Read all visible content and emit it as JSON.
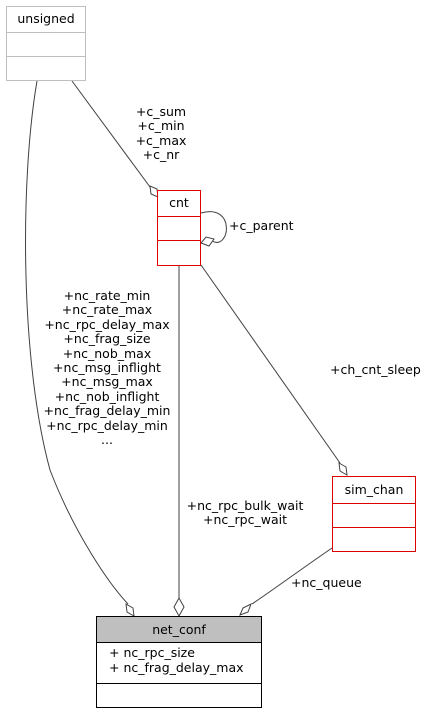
{
  "classes": {
    "unsigned": {
      "name": "unsigned"
    },
    "cnt": {
      "name": "cnt"
    },
    "sim_chan": {
      "name": "sim_chan"
    },
    "net_conf": {
      "name": "net_conf",
      "attributes": [
        "+ nc_rpc_size",
        "+ nc_frag_delay_max"
      ]
    }
  },
  "edge_labels": {
    "unsigned_to_cnt": [
      "+c_sum",
      "+c_min",
      "+c_max",
      "+c_nr"
    ],
    "cnt_self": [
      "+c_parent"
    ],
    "cnt_to_sim_chan": [
      "+ch_cnt_sleep"
    ],
    "unsigned_to_net_conf": [
      "+nc_rate_min",
      "+nc_rate_max",
      "+nc_rpc_delay_max",
      "+nc_frag_size",
      "+nc_nob_max",
      "+nc_msg_inflight",
      "+nc_msg_max",
      "+nc_nob_inflight",
      "+nc_frag_delay_min",
      "+nc_rpc_delay_min",
      "..."
    ],
    "cnt_to_net_conf": [
      "+nc_rpc_bulk_wait",
      "+nc_rpc_wait"
    ],
    "sim_chan_to_net_conf": [
      "+nc_queue"
    ]
  },
  "colors": {
    "edge": "#404040",
    "box_border_gray": "#bfbfbf",
    "box_border_red": "#e00000",
    "net_conf_fill": "#bfbfbf"
  }
}
